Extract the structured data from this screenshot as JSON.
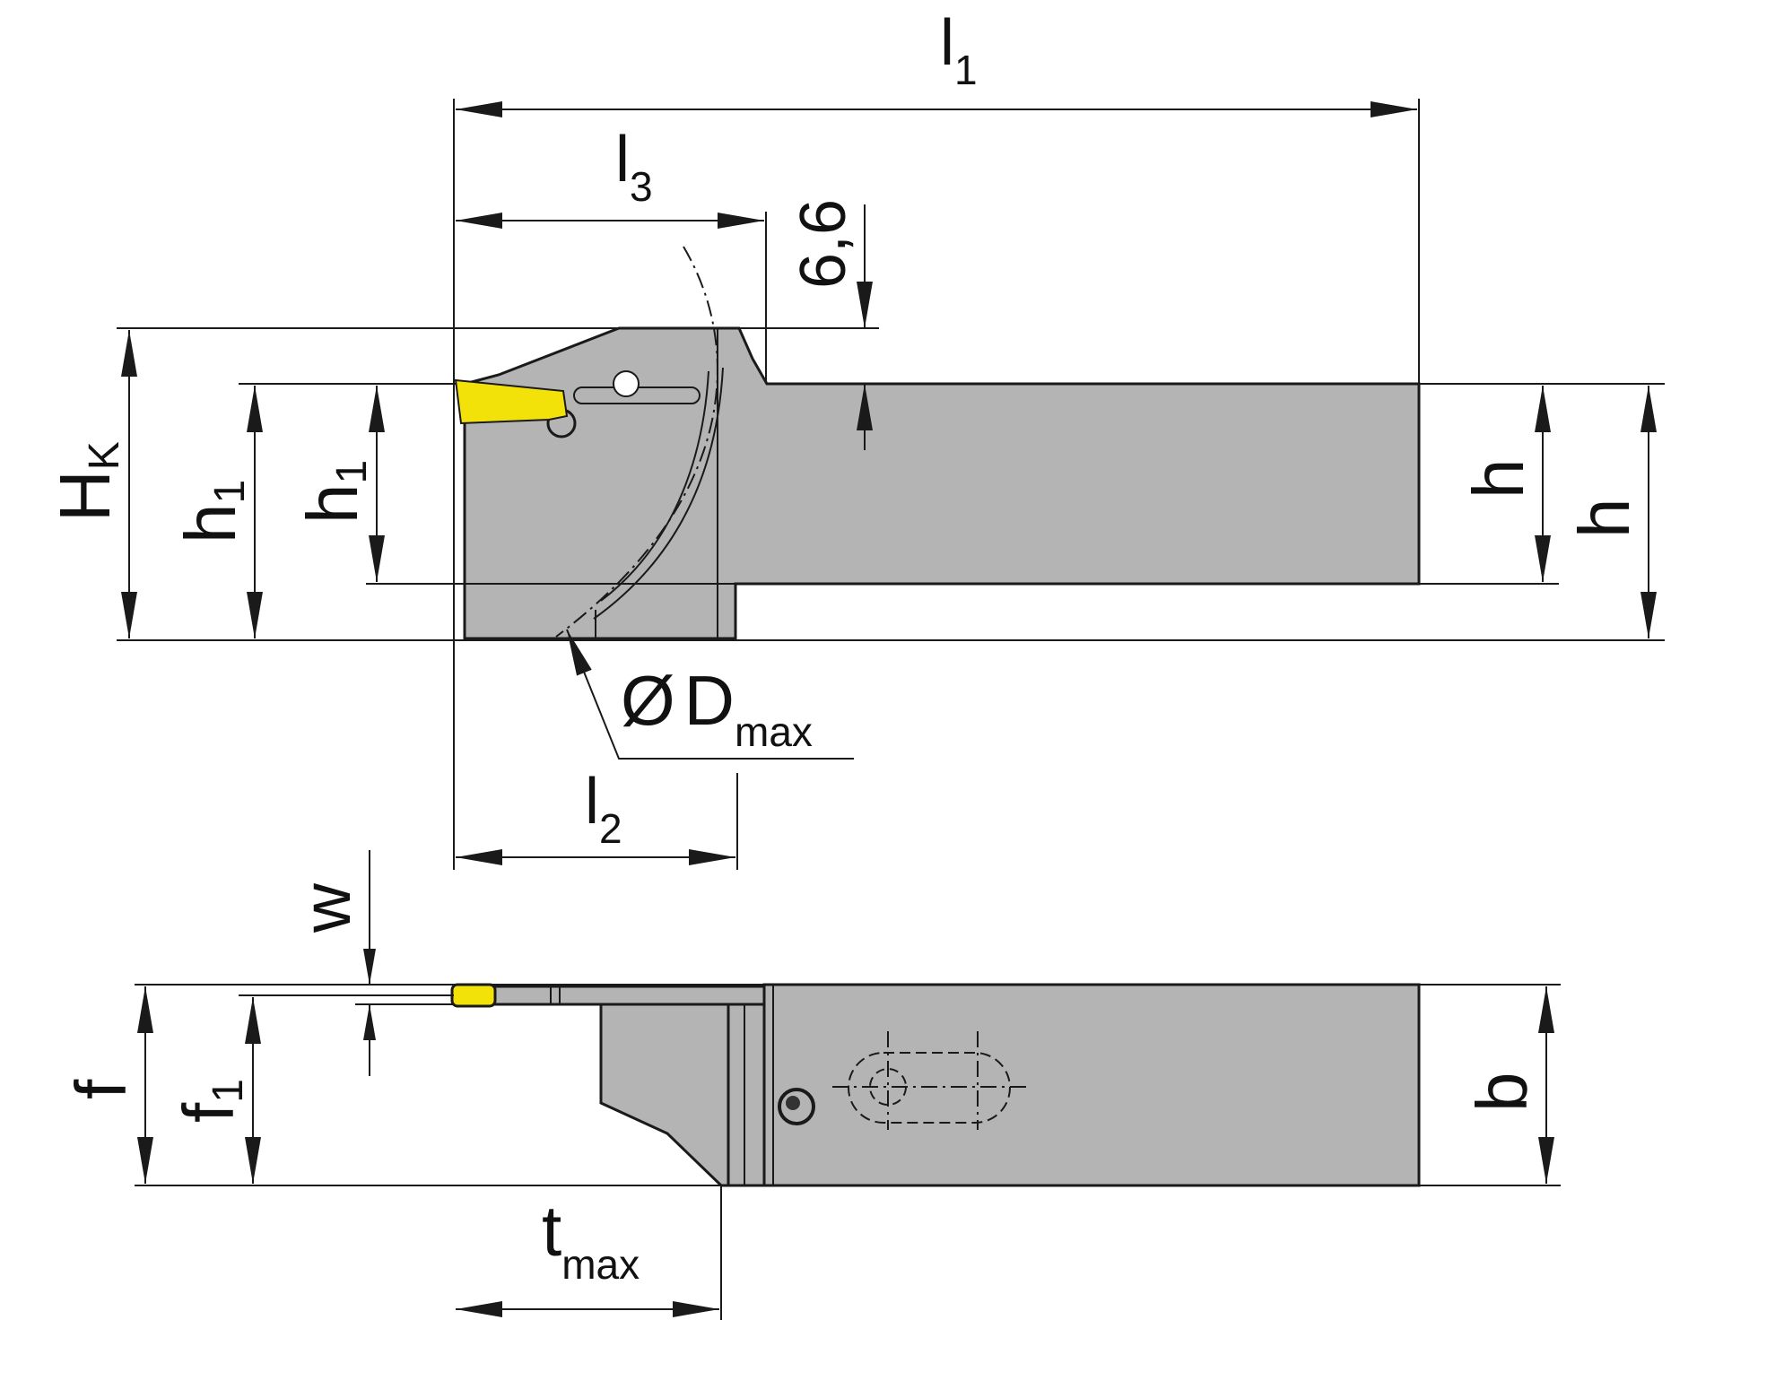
{
  "colors": {
    "body_fill": "#b4b4b4",
    "insert_fill": "#f3e20a",
    "line": "#1a1a1a",
    "background": "#ffffff"
  },
  "labels": {
    "l1": {
      "main": "l",
      "sub": "1"
    },
    "l3": {
      "main": "l",
      "sub": "3"
    },
    "l2": {
      "main": "l",
      "sub": "2"
    },
    "dim_6_6": "6,6",
    "hk": {
      "main": "H",
      "sub": "K"
    },
    "h1_outer": {
      "main": "h",
      "sub": "1"
    },
    "h1_inner": {
      "main": "h",
      "sub": "1"
    },
    "h_inner": "h",
    "h_outer": "h",
    "dmax": {
      "prefix": "Ø",
      "main": "D",
      "sub": "max"
    },
    "w": "w",
    "f": "f",
    "f1": {
      "main": "f",
      "sub": "1"
    },
    "b": "b",
    "tmax": {
      "main": "t",
      "sub": "max"
    }
  }
}
